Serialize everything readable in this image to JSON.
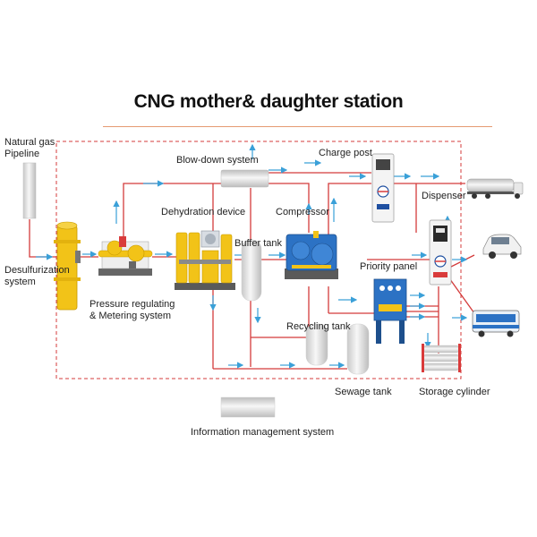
{
  "title": "CNG mother& daughter station",
  "labels": {
    "natural_gas_pipeline": "Natural gas\nPipeline",
    "desulfurization": "Desulfurization\nsystem",
    "pressure_regulating": "Pressure regulating\n& Metering system",
    "dehydration": "Dehydration device",
    "blow_down": "Blow-down system",
    "buffer_tank": "Buffer tank",
    "compressor": "Compressor",
    "charge_post": "Charge post",
    "dispenser": "Dispenser",
    "priority_panel": "Priority panel",
    "recycling_tank": "Recycling tank",
    "sewage_tank": "Sewage tank",
    "storage_cylinder": "Storage cylinder",
    "information_management": "Information management system"
  },
  "colors": {
    "pipe": "#d43b3b",
    "dashed_border": "#d43b3b",
    "flow_arrow": "#3aa0d8",
    "equipment_yellow": "#f2c318",
    "equipment_blue": "#2c72c4",
    "tank_grey": "#d9d9d9"
  }
}
